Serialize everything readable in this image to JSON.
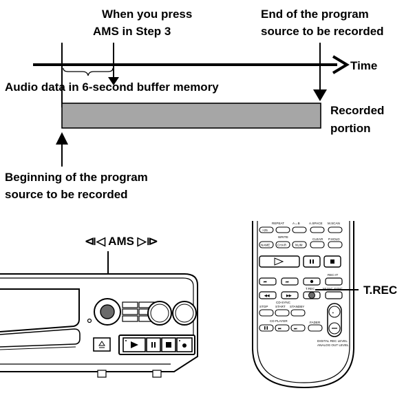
{
  "timeline": {
    "press_label_1": "When you press",
    "press_label_2": "AMS in Step 3",
    "end_label_1": "End of the program",
    "end_label_2": "source to be recorded",
    "time_label": "Time",
    "buffer_label": "Audio data in 6-second buffer memory",
    "recorded_label_1": "Recorded",
    "recorded_label_2": "portion",
    "begin_label_1": "Beginning of the program",
    "begin_label_2": "source to be recorded"
  },
  "deck": {
    "ams_label": "⧏◁ AMS ▷⧐"
  },
  "remote": {
    "trec_callout": "T.REC",
    "row1": [
      "×25",
      "REPEAT",
      "A↔B",
      "A.SPACE",
      "M.SCAN"
    ],
    "row2_top": [
      "WRITE"
    ],
    "row2": [
      "NAME",
      "CHAR",
      "NUM",
      "CLEAR",
      "P.HOLD"
    ],
    "recit": "REC-IT",
    "trec_small": "T.REC",
    "music_sync": "MUSIC SYNC",
    "cd_sync": "CD-SYNC",
    "stop": "STOP",
    "start": "START",
    "standby": "STANDBY",
    "cd_player": "CD PLAYER",
    "fader": "FADER",
    "level_1": "DIGITAL REC LEVEL",
    "level_2": "ANALOG OUT LEVEL"
  },
  "colors": {
    "recorded_fill": "#a6a6a6",
    "line": "#000000"
  }
}
